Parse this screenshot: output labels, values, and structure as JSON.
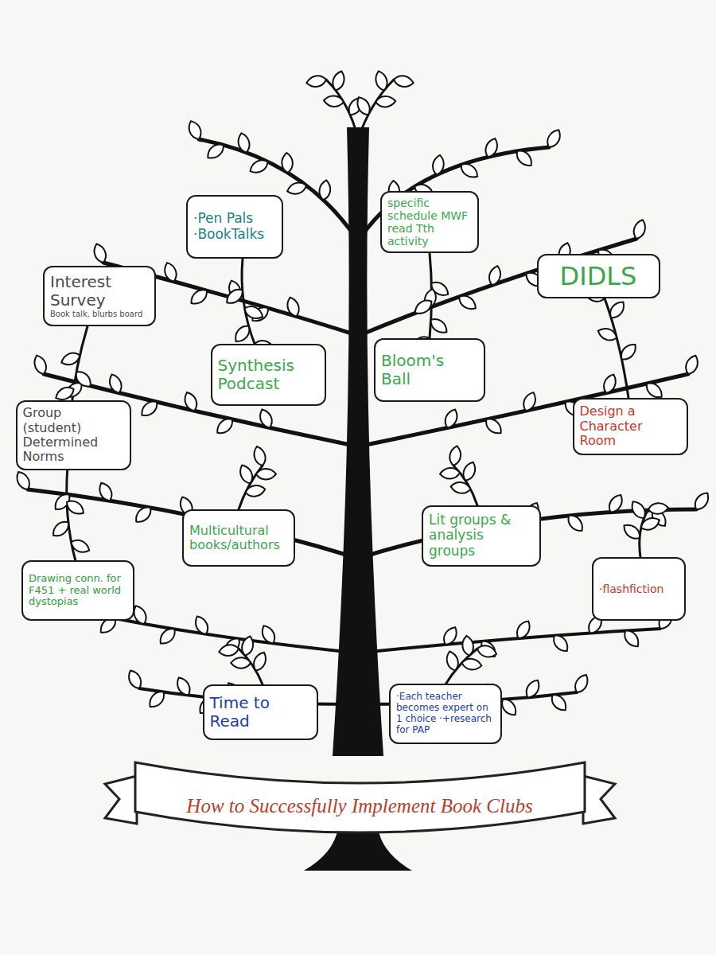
{
  "diagram": {
    "title": "How to Successfully Implement Book Clubs",
    "nodes": [
      {
        "text": [
          "·Pen Pals ·BookTalks"
        ]
      },
      {
        "text": [
          "specific schedule MWF read Tth activity"
        ]
      },
      {
        "text": [
          "DIDLS"
        ]
      },
      {
        "text": [
          "Interest Survey",
          "Book talk, blurbs board"
        ]
      },
      {
        "text": [
          "Synthesis Podcast"
        ]
      },
      {
        "text": [
          "Bloom's Ball"
        ]
      },
      {
        "text": [
          "Group (student) Determined Norms"
        ]
      },
      {
        "text": [
          "Design a Character Room"
        ]
      },
      {
        "text": [
          "Multicultural books/authors"
        ]
      },
      {
        "text": [
          "Lit groups & analysis groups"
        ]
      },
      {
        "text": [
          "Drawing conn. for F451 + real world dystopias"
        ]
      },
      {
        "text": [
          "·flashfiction"
        ]
      },
      {
        "text": [
          "Time to Read"
        ]
      },
      {
        "text": [
          "·Each teacher becomes expert on 1 choice ·+research for PAP"
        ]
      }
    ]
  }
}
